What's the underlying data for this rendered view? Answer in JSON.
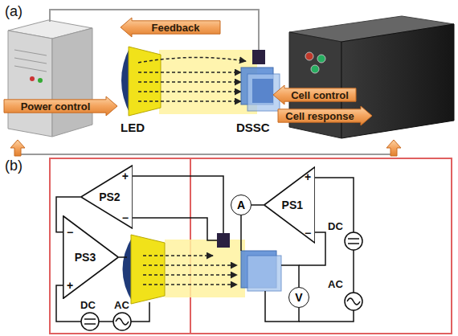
{
  "diagram": {
    "nodes": [
      {
        "text": [
          "Feedback"
        ]
      },
      {
        "text": [
          "Power control"
        ]
      },
      {
        "text": [
          "Cell control"
        ]
      },
      {
        "text": [
          "Cell response"
        ]
      },
      {
        "text": [
          "PS2",
          "+",
          "−"
        ]
      },
      {
        "text": [
          "A"
        ]
      },
      {
        "text": [
          "PS1",
          "+",
          "−"
        ]
      },
      {
        "text": [
          "PS3",
          "−",
          "+"
        ]
      },
      {
        "text": [
          "V"
        ]
      }
    ],
    "edges": [
      {
        "from": 4,
        "to": 7,
        "arrow": "none"
      },
      {
        "from": 6,
        "to": 5,
        "arrow": "none"
      }
    ],
    "labels": [
      "(a)",
      "LED",
      "DSSC",
      "(b)",
      "DC",
      "AC",
      "DC",
      "AC"
    ]
  }
}
